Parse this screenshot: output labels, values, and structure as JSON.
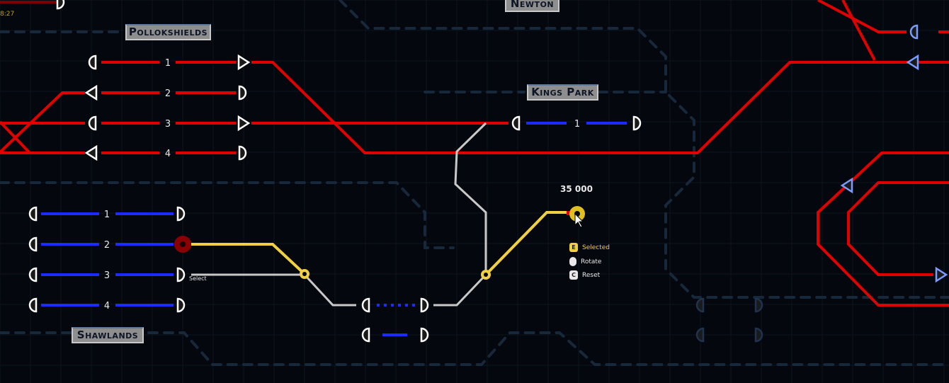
{
  "clock": "8:27",
  "stations": {
    "pollokshields": "Pollokshields",
    "newton": "Newton",
    "kings_park": "Kings Park",
    "shawlands": "Shawlands"
  },
  "platforms": {
    "pollokshields": [
      "1",
      "2",
      "3",
      "4"
    ],
    "kings_park": [
      "1"
    ],
    "shawlands": [
      "1",
      "2",
      "3",
      "4"
    ]
  },
  "cost": "35 000",
  "select_hint": "Select",
  "controls": [
    {
      "key": "E",
      "label": "Selected"
    },
    {
      "key": "",
      "label": "Rotate"
    },
    {
      "key": "C",
      "label": "Reset"
    }
  ],
  "colors": {
    "occupied": "#e00000",
    "free": "#1a2cff",
    "selected": "#f0d040",
    "unassigned": "#c8c8c8"
  }
}
